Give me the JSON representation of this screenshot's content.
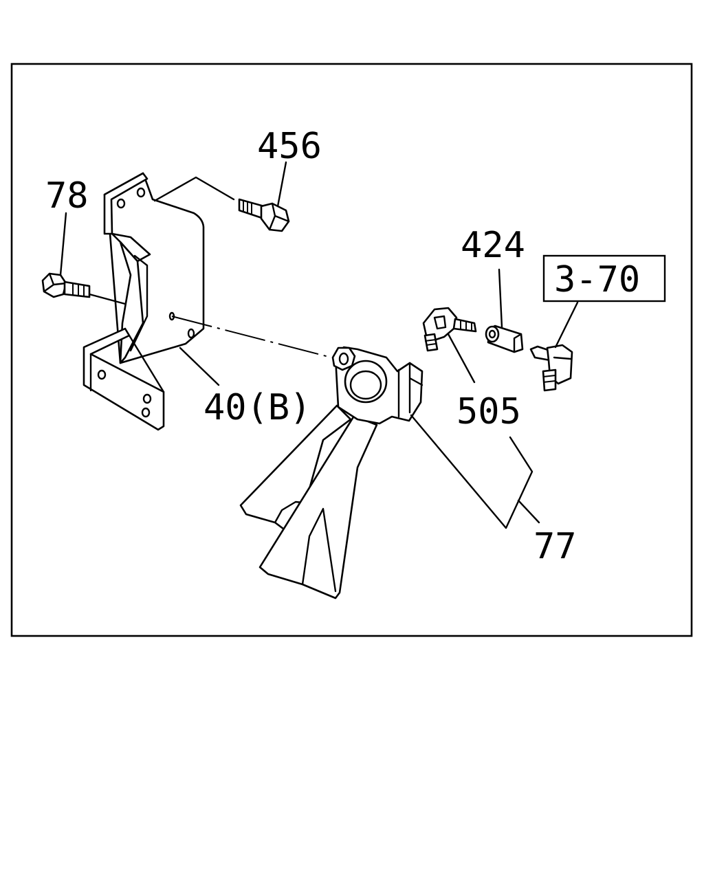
{
  "callouts": {
    "p456": "456",
    "p78": "78",
    "p424": "424",
    "ref": "3-70",
    "p40b": "40(B)",
    "p505": "505",
    "p77": "77"
  }
}
